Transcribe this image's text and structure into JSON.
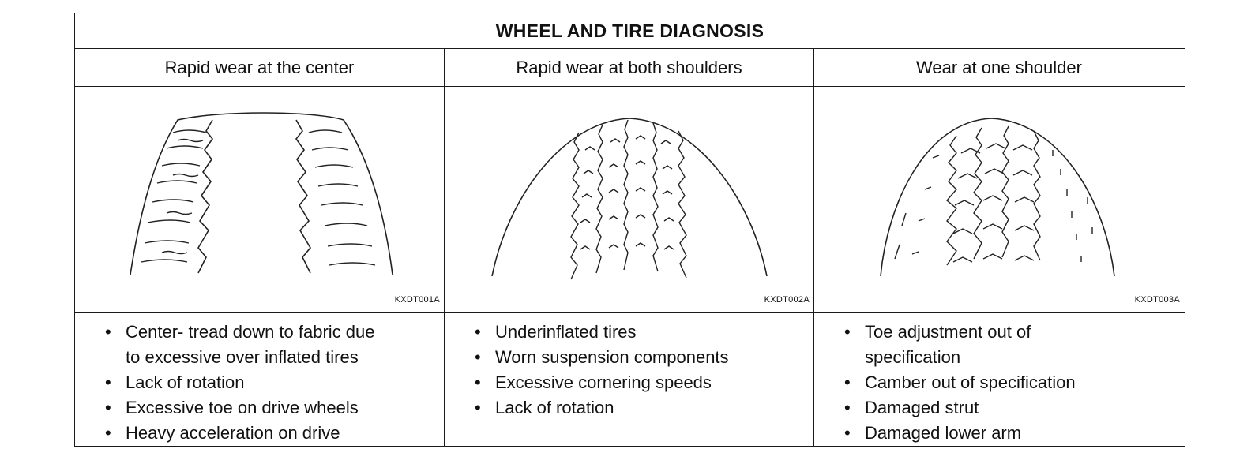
{
  "title": "WHEEL AND TIRE DIAGNOSIS",
  "columns": [
    {
      "heading": "Rapid wear at the center",
      "image_code": "KXDT001A",
      "items": [
        [
          "Center- tread down to fabric due",
          "to excessive over inflated tires"
        ],
        [
          "Lack of rotation"
        ],
        [
          "Excessive toe on drive wheels"
        ],
        [
          "Heavy acceleration on drive"
        ]
      ]
    },
    {
      "heading": "Rapid wear at both shoulders",
      "image_code": "KXDT002A",
      "items": [
        [
          "Underinflated tires"
        ],
        [
          "Worn suspension components"
        ],
        [
          "Excessive cornering speeds"
        ],
        [
          "Lack of rotation"
        ]
      ]
    },
    {
      "heading": "Wear at one shoulder",
      "image_code": "KXDT003A",
      "items": [
        [
          "Toe adjustment out of",
          "specification"
        ],
        [
          "Camber out of specification"
        ],
        [
          "Damaged strut"
        ],
        [
          "Damaged lower arm"
        ]
      ]
    }
  ]
}
